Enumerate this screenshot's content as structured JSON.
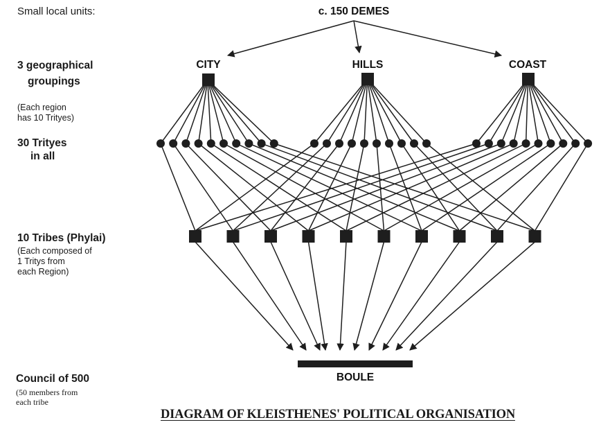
{
  "title": "DIAGRAM OF KLEISTHENES' POLITICAL ORGANISATION",
  "side_labels": {
    "small_units": "Small local units:",
    "geo_line1": "3 geographical",
    "geo_line2": "groupings",
    "region_note_line1": "(Each region",
    "region_note_line2": "has 10 Trityes)",
    "trityes_line1": "30 Trityes",
    "trityes_line2": "in all",
    "tribes_line1": "10 Tribes (Phylai)",
    "tribes_note_line1": "(Each composed of",
    "tribes_note_line2": "1 Tritys from",
    "tribes_note_line3": "each Region)",
    "council_line1": "Council of 500",
    "council_note_line1": "(50 members from",
    "council_note_line2": "each tribe"
  },
  "nodes": {
    "demes": "c. 150 DEMES",
    "regions": [
      {
        "id": "city",
        "label": "CITY"
      },
      {
        "id": "hills",
        "label": "HILLS"
      },
      {
        "id": "coast",
        "label": "COAST"
      }
    ],
    "trityes_per_region": 10,
    "tribes_count": 10,
    "boule": "BOULE"
  },
  "edges": {
    "demes_to_regions": [
      "city",
      "hills",
      "coast"
    ],
    "region_to_trityes": "each region fans to its 10 trittyes",
    "trityes_to_tribes": "tritys i of each region -> tribe i",
    "tribes_to_boule": "every tribe -> boule"
  },
  "colors": {
    "ink": "#1e1e1e",
    "background": "#ffffff"
  }
}
